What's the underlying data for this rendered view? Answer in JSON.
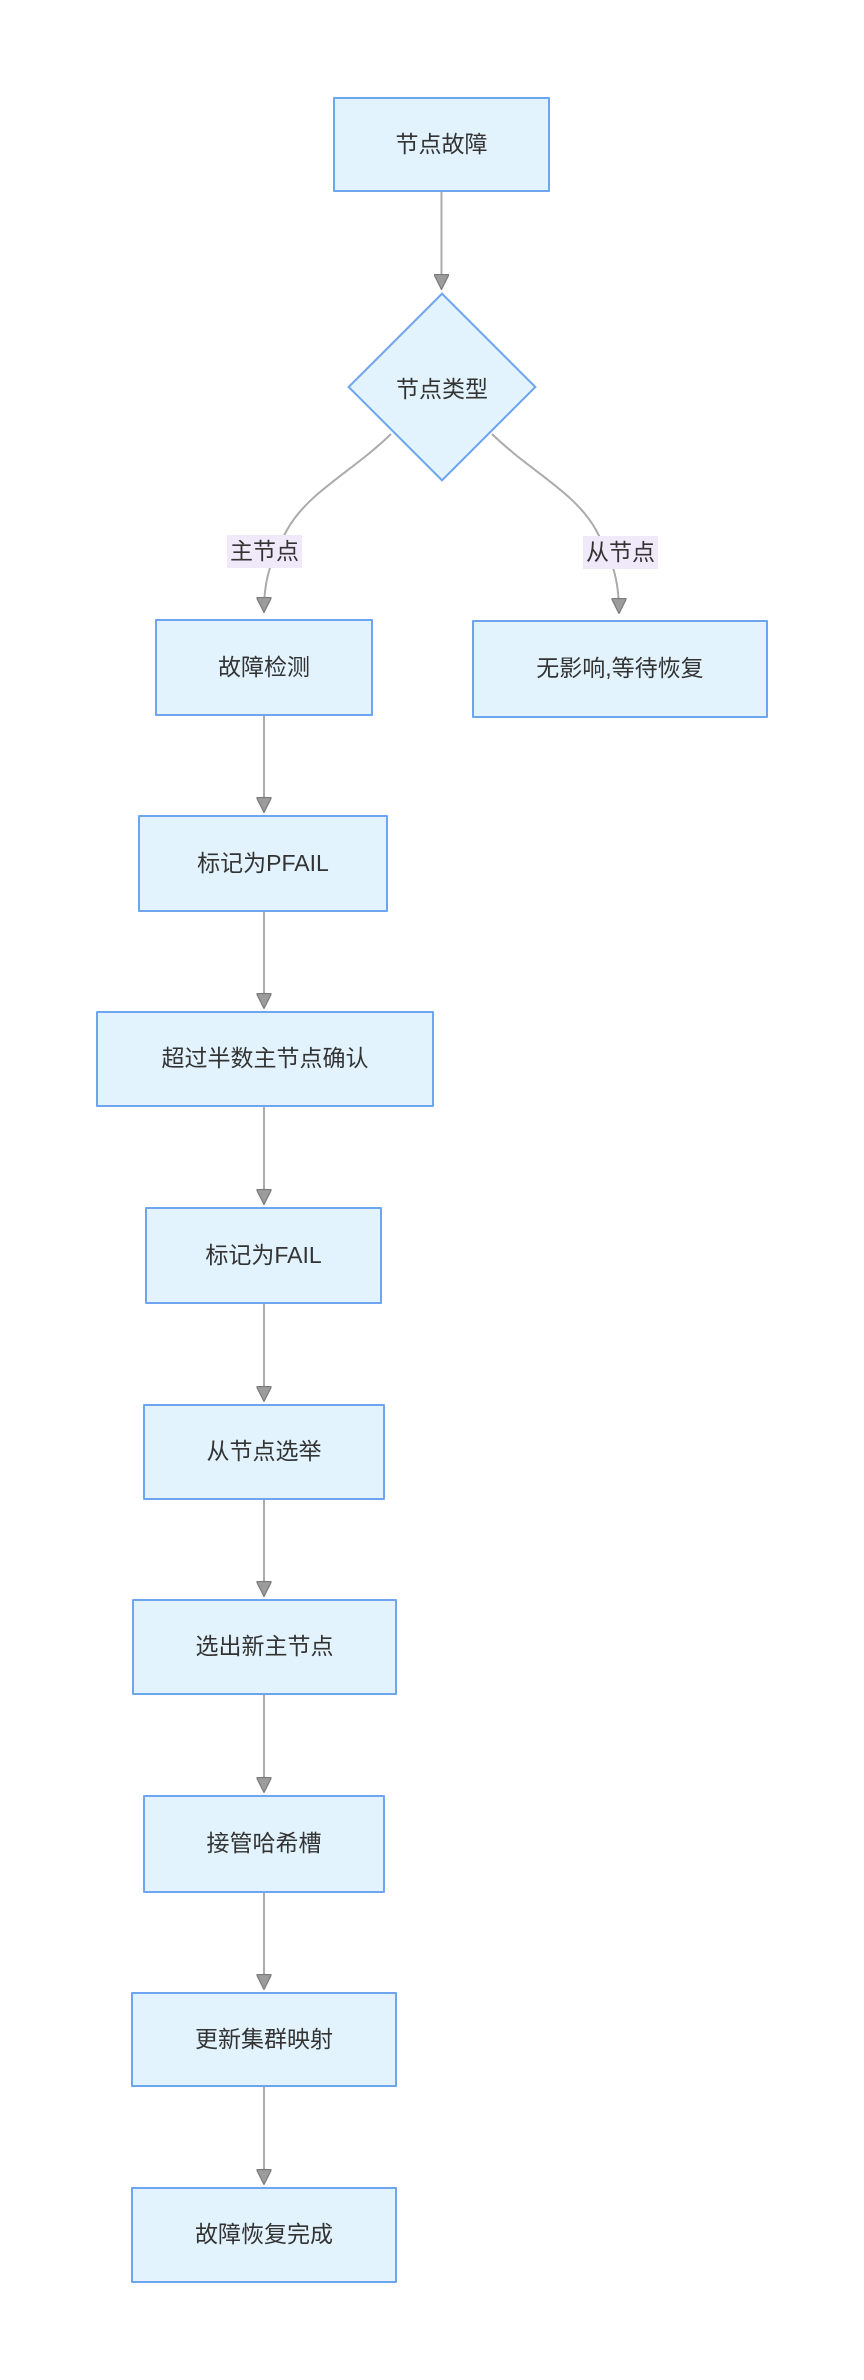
{
  "diagram": {
    "type": "flowchart",
    "direction": "top-down",
    "colors": {
      "background": "#FFFFFF",
      "node_fill": "#E2F3FD",
      "node_border": "#6EA5F1",
      "node_text": "#333333",
      "edge_line": "#ABABAB",
      "arrowhead": "#9C9C9C",
      "edge_label_bg": "#F0E9FA"
    },
    "nodes": [
      {
        "id": "node-failure",
        "shape": "rect",
        "label": "节点故障"
      },
      {
        "id": "node-type",
        "shape": "diamond",
        "label": "节点类型"
      },
      {
        "id": "failure-detection",
        "shape": "rect",
        "label": "故障检测"
      },
      {
        "id": "no-impact",
        "shape": "rect",
        "label": "无影响,等待恢复"
      },
      {
        "id": "mark-pfail",
        "shape": "rect",
        "label": "标记为PFAIL"
      },
      {
        "id": "majority-confirm",
        "shape": "rect",
        "label": "超过半数主节点确认"
      },
      {
        "id": "mark-fail",
        "shape": "rect",
        "label": "标记为FAIL"
      },
      {
        "id": "slave-election",
        "shape": "rect",
        "label": "从节点选举"
      },
      {
        "id": "new-master",
        "shape": "rect",
        "label": "选出新主节点"
      },
      {
        "id": "takeover-slots",
        "shape": "rect",
        "label": "接管哈希槽"
      },
      {
        "id": "update-mapping",
        "shape": "rect",
        "label": "更新集群映射"
      },
      {
        "id": "recovery-complete",
        "shape": "rect",
        "label": "故障恢复完成"
      }
    ],
    "edges": [
      {
        "from": "node-failure",
        "to": "node-type",
        "label": ""
      },
      {
        "from": "node-type",
        "to": "failure-detection",
        "label": "主节点"
      },
      {
        "from": "node-type",
        "to": "no-impact",
        "label": "从节点"
      },
      {
        "from": "failure-detection",
        "to": "mark-pfail",
        "label": ""
      },
      {
        "from": "mark-pfail",
        "to": "majority-confirm",
        "label": ""
      },
      {
        "from": "majority-confirm",
        "to": "mark-fail",
        "label": ""
      },
      {
        "from": "mark-fail",
        "to": "slave-election",
        "label": ""
      },
      {
        "from": "slave-election",
        "to": "new-master",
        "label": ""
      },
      {
        "from": "new-master",
        "to": "takeover-slots",
        "label": ""
      },
      {
        "from": "takeover-slots",
        "to": "update-mapping",
        "label": ""
      },
      {
        "from": "update-mapping",
        "to": "recovery-complete",
        "label": ""
      }
    ]
  }
}
